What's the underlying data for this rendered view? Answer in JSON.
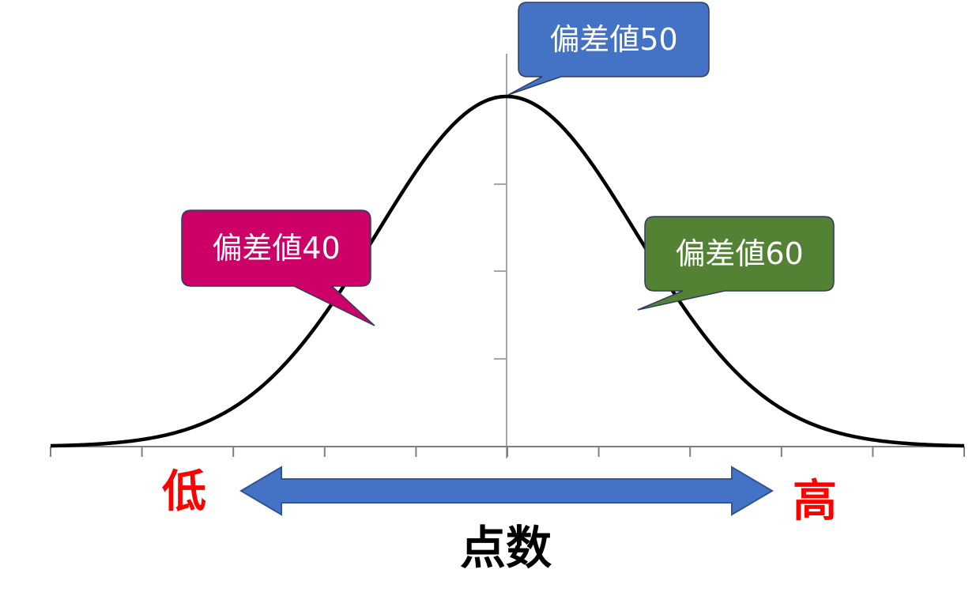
{
  "callouts": {
    "dev40": {
      "text": "偏差値40",
      "color": "#cc0066"
    },
    "dev50": {
      "text": "偏差値50",
      "color": "#4472c4"
    },
    "dev60": {
      "text": "偏差値60",
      "color": "#548235"
    }
  },
  "labels": {
    "low": "低",
    "high": "高",
    "axis": "点数",
    "side_color": "#ff0000",
    "axis_color": "#000000"
  },
  "arrow": {
    "color": "#4472c4",
    "edge_color": "#2f5597"
  },
  "curve": {
    "type": "normal-distribution",
    "color": "#000000"
  }
}
